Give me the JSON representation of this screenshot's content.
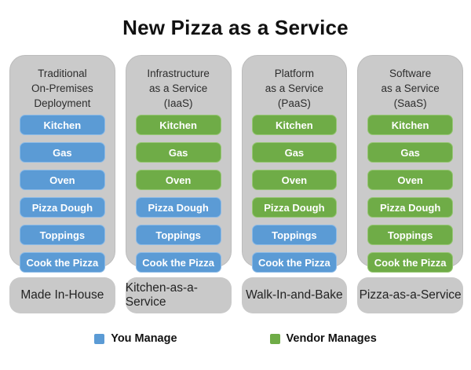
{
  "title": "New Pizza as a Service",
  "colors": {
    "you_manage": "#5b9bd5",
    "vendor_manages": "#6fac47",
    "panel_gray": "#cacaca"
  },
  "columns": [
    {
      "header_lines": [
        "Traditional",
        "On-Premises",
        "Deployment"
      ],
      "items": [
        {
          "label": "Kitchen",
          "owner": "you"
        },
        {
          "label": "Gas",
          "owner": "you"
        },
        {
          "label": "Oven",
          "owner": "you"
        },
        {
          "label": "Pizza Dough",
          "owner": "you"
        },
        {
          "label": "Toppings",
          "owner": "you"
        },
        {
          "label": "Cook the Pizza",
          "owner": "you"
        }
      ],
      "footer": "Made In-House"
    },
    {
      "header_lines": [
        "Infrastructure",
        "as a Service",
        "(IaaS)"
      ],
      "items": [
        {
          "label": "Kitchen",
          "owner": "vendor"
        },
        {
          "label": "Gas",
          "owner": "vendor"
        },
        {
          "label": "Oven",
          "owner": "vendor"
        },
        {
          "label": "Pizza Dough",
          "owner": "you"
        },
        {
          "label": "Toppings",
          "owner": "you"
        },
        {
          "label": "Cook the Pizza",
          "owner": "you"
        }
      ],
      "footer": "Kitchen-as-a-Service"
    },
    {
      "header_lines": [
        "Platform",
        "as a Service",
        "(PaaS)"
      ],
      "items": [
        {
          "label": "Kitchen",
          "owner": "vendor"
        },
        {
          "label": "Gas",
          "owner": "vendor"
        },
        {
          "label": "Oven",
          "owner": "vendor"
        },
        {
          "label": "Pizza Dough",
          "owner": "vendor"
        },
        {
          "label": "Toppings",
          "owner": "you"
        },
        {
          "label": "Cook the Pizza",
          "owner": "you"
        }
      ],
      "footer": "Walk-In-and-Bake"
    },
    {
      "header_lines": [
        "Software",
        "as a Service",
        "(SaaS)"
      ],
      "items": [
        {
          "label": "Kitchen",
          "owner": "vendor"
        },
        {
          "label": "Gas",
          "owner": "vendor"
        },
        {
          "label": "Oven",
          "owner": "vendor"
        },
        {
          "label": "Pizza Dough",
          "owner": "vendor"
        },
        {
          "label": "Toppings",
          "owner": "vendor"
        },
        {
          "label": "Cook the Pizza",
          "owner": "vendor"
        }
      ],
      "footer": "Pizza-as-a-Service"
    }
  ],
  "legend": [
    {
      "label": "You Manage",
      "owner": "you"
    },
    {
      "label": "Vendor Manages",
      "owner": "vendor"
    }
  ]
}
